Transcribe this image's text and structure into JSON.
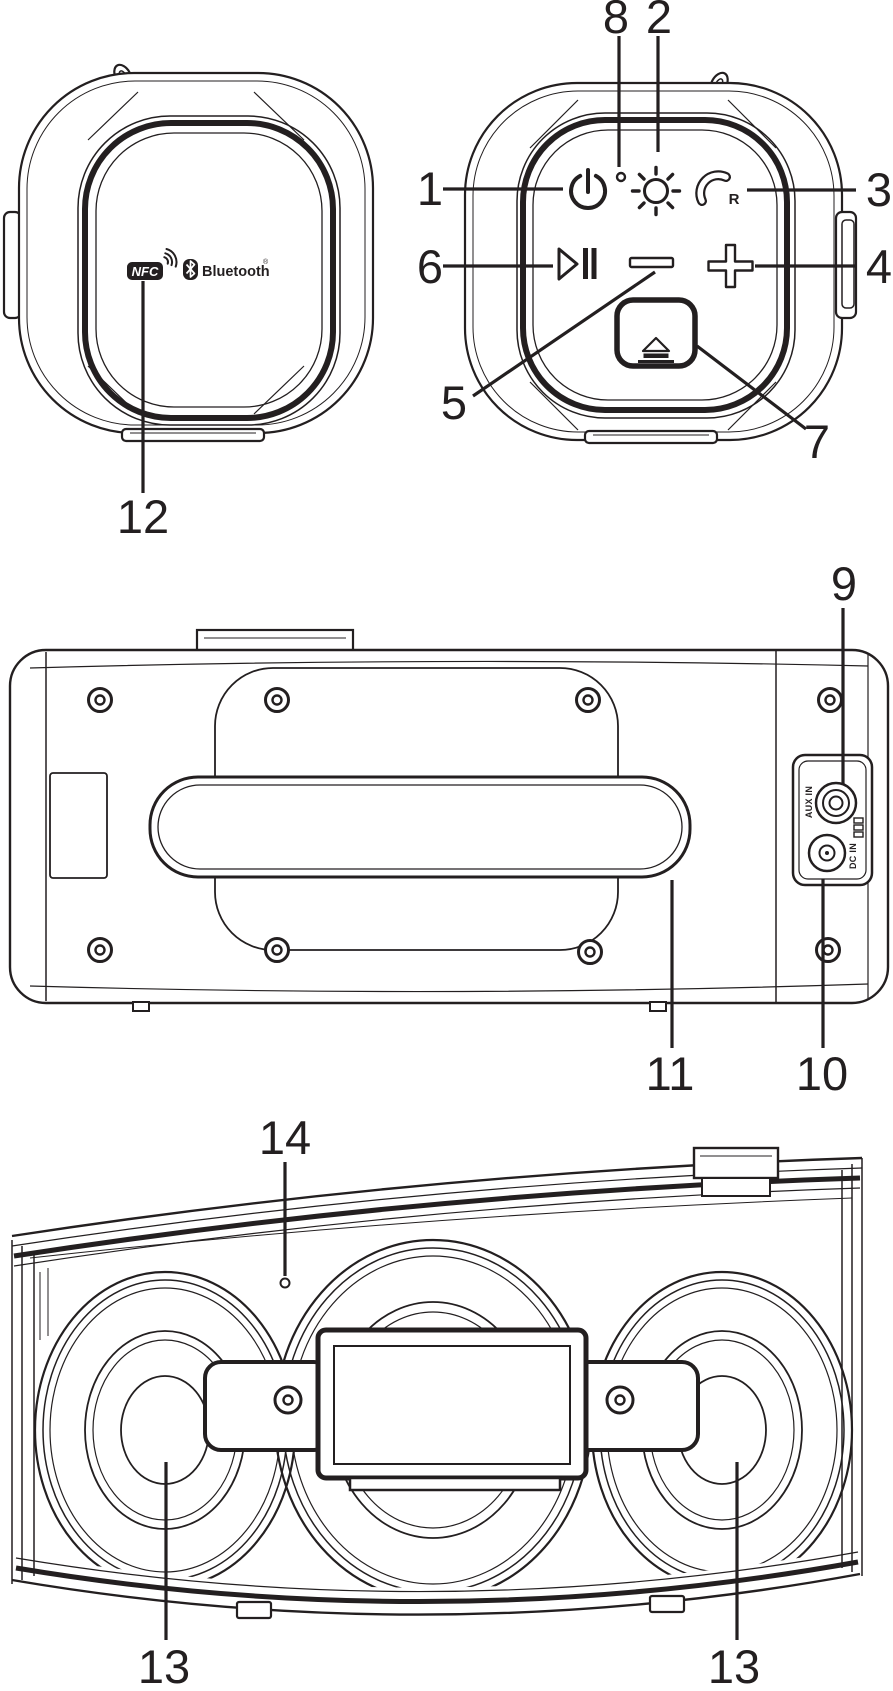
{
  "colors": {
    "ink": "#231f20",
    "background": "#ffffff"
  },
  "callouts": {
    "c1": {
      "num": "1",
      "target": "power-button"
    },
    "c2": {
      "num": "2",
      "target": "light-button"
    },
    "c3": {
      "num": "3",
      "target": "phone-redial-button"
    },
    "c4": {
      "num": "4",
      "target": "volume-up-button"
    },
    "c5": {
      "num": "5",
      "target": "volume-down-button"
    },
    "c6": {
      "num": "6",
      "target": "play-pause-button"
    },
    "c7": {
      "num": "7",
      "target": "latch-release-button"
    },
    "c8": {
      "num": "8",
      "target": "led-indicator"
    },
    "c9": {
      "num": "9",
      "target": "aux-in-jack"
    },
    "c10": {
      "num": "10",
      "target": "dc-in-jack"
    },
    "c11": {
      "num": "11",
      "target": "carry-handle"
    },
    "c12": {
      "num": "12",
      "target": "nfc-touchpoint"
    },
    "c13_left": {
      "num": "13",
      "target": "speaker-driver"
    },
    "c13_right": {
      "num": "13",
      "target": "speaker-driver"
    },
    "c14": {
      "num": "14",
      "target": "microphone-hole"
    }
  },
  "texts": {
    "nfc_logo": "NFC",
    "bluetooth_logo": "Bluetooth",
    "bluetooth_registered": "®",
    "phone_redial_letter": "R",
    "aux_in_label": "AUX IN",
    "dc_in_label": "DC IN"
  },
  "icons": {
    "power": "power-icon",
    "light": "sun-brightness-icon",
    "phone": "phone-handset-icon",
    "play_pause": "play-pause-icon",
    "volume_down": "minus-icon",
    "volume_up": "plus-icon",
    "latch": "eject-latch-icon",
    "led": "led-dot-icon",
    "nfc_waves": "nfc-wave-arcs-icon",
    "bluetooth_rune": "bluetooth-rune-icon",
    "screws": "screw-icon",
    "connector_pins": "connector-pins-icon"
  }
}
